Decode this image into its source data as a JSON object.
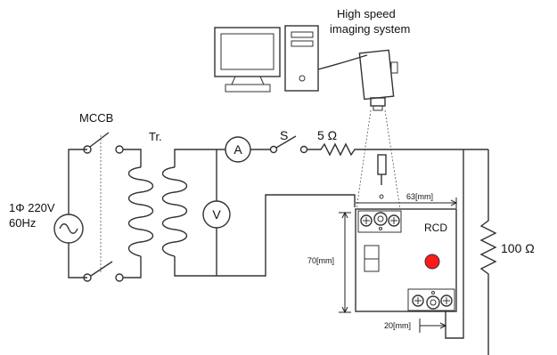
{
  "labels": {
    "imaging_system_line1": "High speed",
    "imaging_system_line2": "imaging system",
    "mccb": "MCCB",
    "transformer": "Tr.",
    "ammeter": "A",
    "voltmeter": "V",
    "switch": "S",
    "resistor_small": "5 Ω",
    "source_line1": "1Φ 220V",
    "source_line2": "60Hz",
    "rcd": "RCD",
    "width_dim": "63[mm]",
    "height_dim": "70[mm]",
    "offset_dim": "20[mm]",
    "load_resistor": "100 Ω"
  },
  "colors": {
    "wire": "#333333",
    "indicator": "#ff1a1a",
    "device_fill": "#ffffff"
  },
  "icons": [
    "monitor-icon",
    "computer-tower-icon",
    "camera-icon"
  ]
}
